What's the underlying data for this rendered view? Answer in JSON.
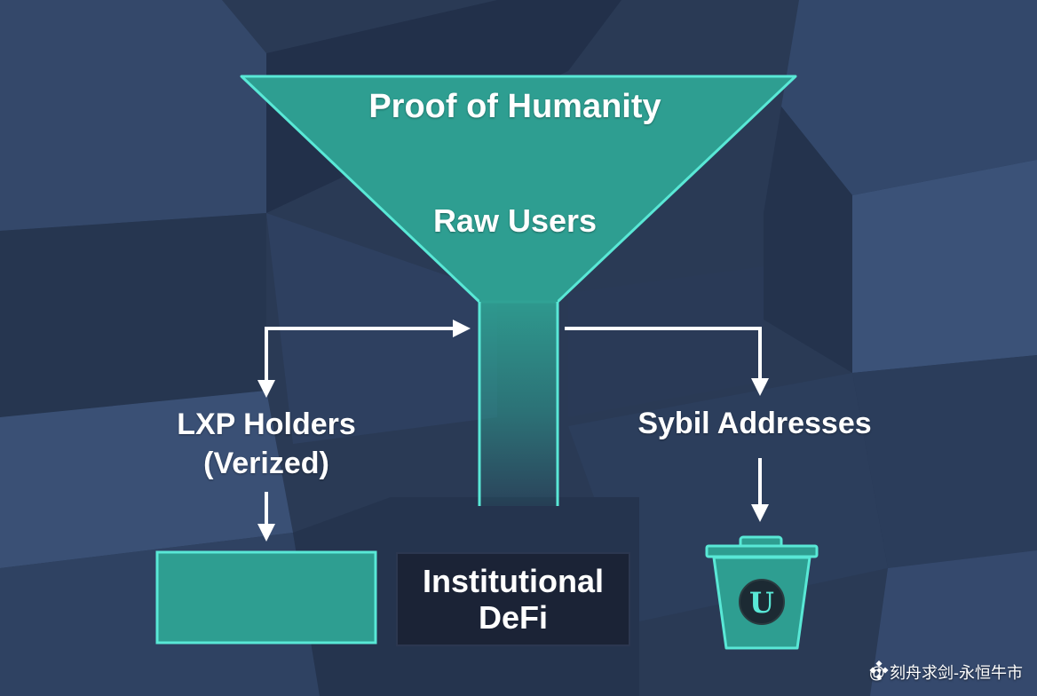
{
  "funnel": {
    "title": "Proof of Humanity",
    "subtitle": "Raw Users"
  },
  "left_branch": {
    "label_line1": "LXP Holders",
    "label_line2": "(Verized)"
  },
  "right_branch": {
    "label": "Sybil Addresses",
    "trash_emblem": "U"
  },
  "center_box": {
    "line1": "Institutional",
    "line2": "DeFi"
  },
  "watermark": {
    "text": "@ 刻舟求剑-永恒牛市",
    "icon": "binance-diamond-icon"
  },
  "colors": {
    "background": "#2a3a55",
    "teal_fill": "#2e9e91",
    "teal_outline": "#59e8d6",
    "dark_box": "#1b2336",
    "arrow": "#ffffff"
  }
}
